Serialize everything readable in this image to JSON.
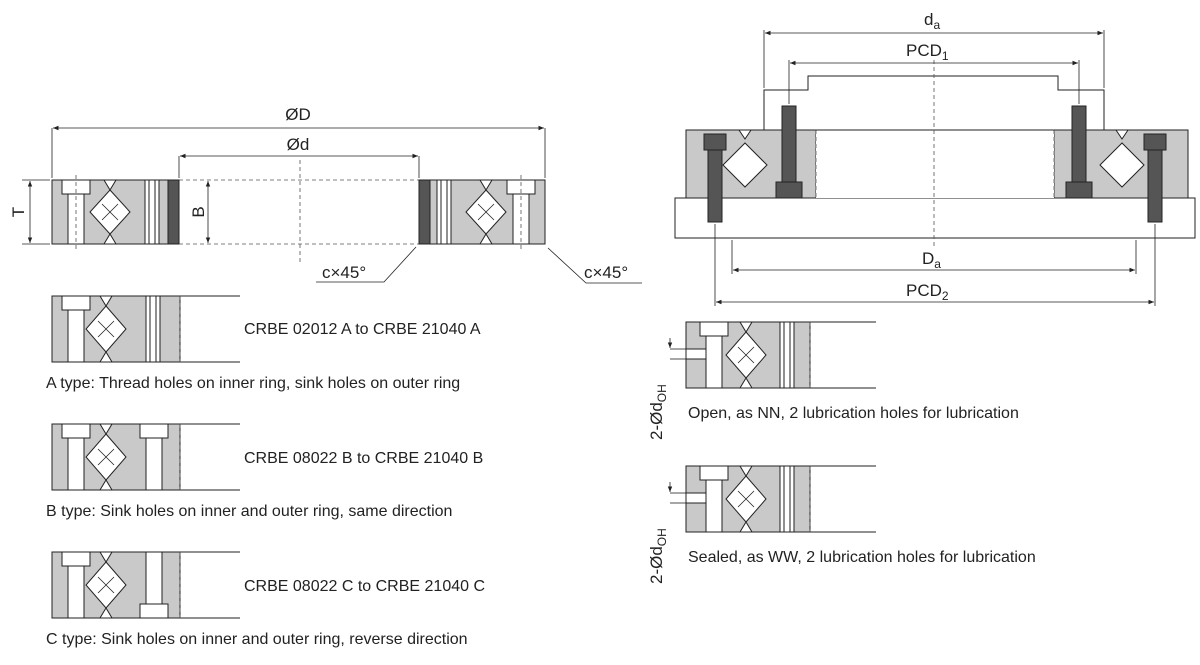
{
  "main": {
    "dims": {
      "outer_diameter": "ØD",
      "inner_diameter": "Ød",
      "height": "T",
      "width": "B",
      "chamfer_inner": "c×45°",
      "chamfer_outer": "c×45°"
    },
    "mount": {
      "da": "d",
      "da_sub": "a",
      "pcd1": "PCD",
      "pcd1_sub": "1",
      "Da": "D",
      "Da_sub": "a",
      "pcd2": "PCD",
      "pcd2_sub": "2"
    },
    "types": {
      "a_range": "CRBE 02012 A to CRBE 21040 A",
      "a_desc": "A type: Thread holes on inner ring, sink holes on outer ring",
      "b_range": "CRBE 08022 B to CRBE 21040 B",
      "b_desc": "B type: Sink holes on inner and outer ring, same direction",
      "c_range": "CRBE 08022 C to CRBE 21040 C",
      "c_desc": "C type: Sink holes on inner and outer ring, reverse direction"
    },
    "lubrication": {
      "hole_label": "2-Ød",
      "hole_sub": "OH",
      "open_desc": "Open, as NN, 2 lubrication holes for lubrication",
      "sealed_desc": "Sealed, as WW, 2 lubrication holes for lubrication"
    }
  }
}
